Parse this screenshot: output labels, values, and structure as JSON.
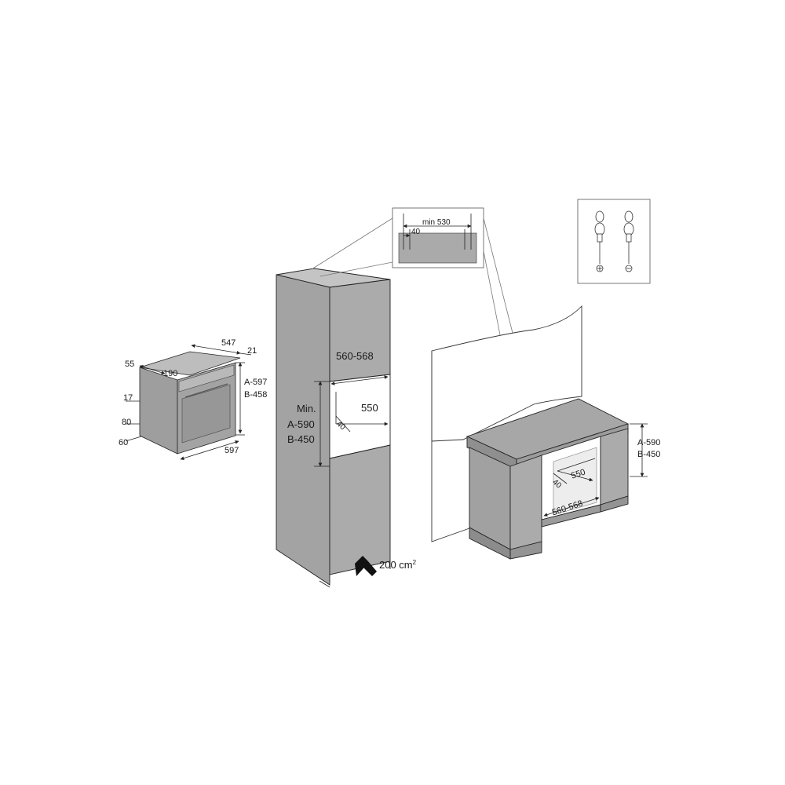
{
  "oven": {
    "depth": "547",
    "top_gap": "21",
    "side_55": "55",
    "depth_190": "190",
    "height_a": "A-597",
    "height_b": "B-458",
    "left_17": "17",
    "left_80": "80",
    "left_60": "60",
    "width": "597"
  },
  "tall_cabinet": {
    "width": "560-568",
    "depth": "550",
    "gap": "40",
    "min_label": "Min.",
    "height_a": "A-590",
    "height_b": "B-450",
    "vent": "200 cm",
    "vent_sup": "2"
  },
  "detail": {
    "min_width": "min 530",
    "gap": "40"
  },
  "under_counter": {
    "height_a": "A-590",
    "height_b": "B-450",
    "depth": "550",
    "gap": "40",
    "width": "560-568"
  },
  "colors": {
    "cabinet_gray": "#a9a9a9",
    "cabinet_dark": "#8e8e8e",
    "line": "#222222"
  }
}
